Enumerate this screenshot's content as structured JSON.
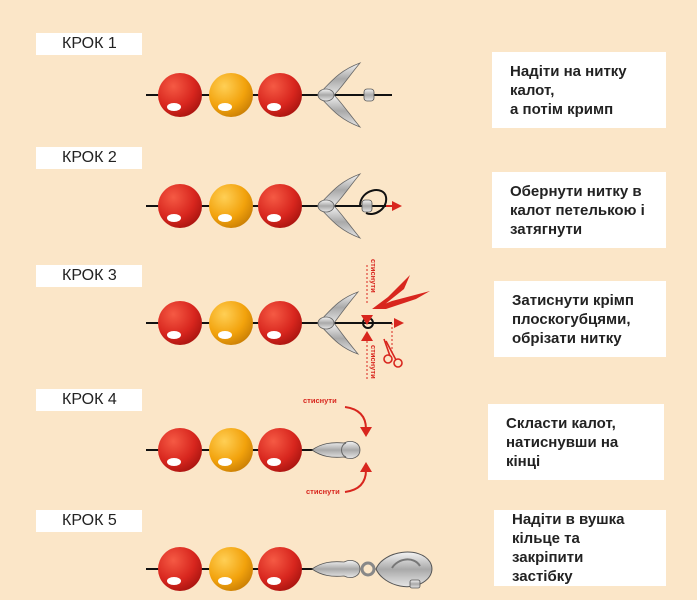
{
  "steps": [
    {
      "label": "КРОК 1",
      "text": "Надіти на нитку\nкалот,\nа потім кримп"
    },
    {
      "label": "КРОК 2",
      "text": "Обернути нитку в\nкалот петелькою і\nзатягнути"
    },
    {
      "label": "КРОК 3",
      "text": "Затиснути крімп\nплоскогубцями,\nобрізати нитку",
      "annotations": [
        "стиснути",
        "стиснути"
      ]
    },
    {
      "label": "КРОК 4",
      "text": "Скласти калот,\nнатиснувши на\nкінці",
      "annotations": [
        "стиснути",
        "стиснути"
      ]
    },
    {
      "label": "КРОК 5",
      "text": "Надіти в вушка\nкільце та закріпити\nзастібку"
    }
  ],
  "colors": {
    "background": "#fbe6c8",
    "bead_red": "#d8261e",
    "bead_orange": "#f2a20c",
    "accent_red": "#d8261e"
  }
}
